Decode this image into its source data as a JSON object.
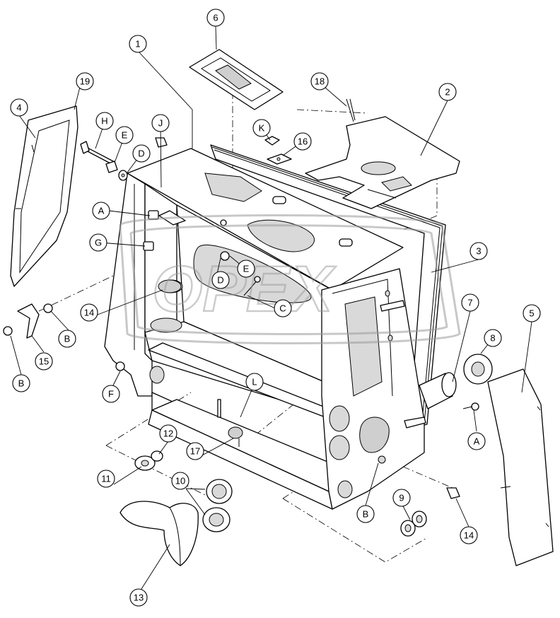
{
  "watermark": "OPEX",
  "callouts": [
    {
      "id": "c1",
      "label": "1"
    },
    {
      "id": "c2",
      "label": "2"
    },
    {
      "id": "c3",
      "label": "3"
    },
    {
      "id": "c4",
      "label": "4"
    },
    {
      "id": "c5",
      "label": "5"
    },
    {
      "id": "c6",
      "label": "6"
    },
    {
      "id": "c7",
      "label": "7"
    },
    {
      "id": "c8",
      "label": "8"
    },
    {
      "id": "c9",
      "label": "9"
    },
    {
      "id": "c10",
      "label": "10"
    },
    {
      "id": "c11",
      "label": "11"
    },
    {
      "id": "c12",
      "label": "12"
    },
    {
      "id": "c13",
      "label": "13"
    },
    {
      "id": "c14a",
      "label": "14"
    },
    {
      "id": "c14b",
      "label": "14"
    },
    {
      "id": "c15",
      "label": "15"
    },
    {
      "id": "c16",
      "label": "16"
    },
    {
      "id": "c17",
      "label": "17"
    },
    {
      "id": "c18",
      "label": "18"
    },
    {
      "id": "c19",
      "label": "19"
    },
    {
      "id": "cA1",
      "label": "A"
    },
    {
      "id": "cA2",
      "label": "A"
    },
    {
      "id": "cB1",
      "label": "B"
    },
    {
      "id": "cB2",
      "label": "B"
    },
    {
      "id": "cB3",
      "label": "B"
    },
    {
      "id": "cC",
      "label": "C"
    },
    {
      "id": "cD1",
      "label": "D"
    },
    {
      "id": "cD2",
      "label": "D"
    },
    {
      "id": "cE1",
      "label": "E"
    },
    {
      "id": "cE2",
      "label": "E"
    },
    {
      "id": "cF",
      "label": "F"
    },
    {
      "id": "cG",
      "label": "G"
    },
    {
      "id": "cH",
      "label": "H"
    },
    {
      "id": "cJ",
      "label": "J"
    },
    {
      "id": "cK",
      "label": "K"
    },
    {
      "id": "cL",
      "label": "L"
    }
  ]
}
